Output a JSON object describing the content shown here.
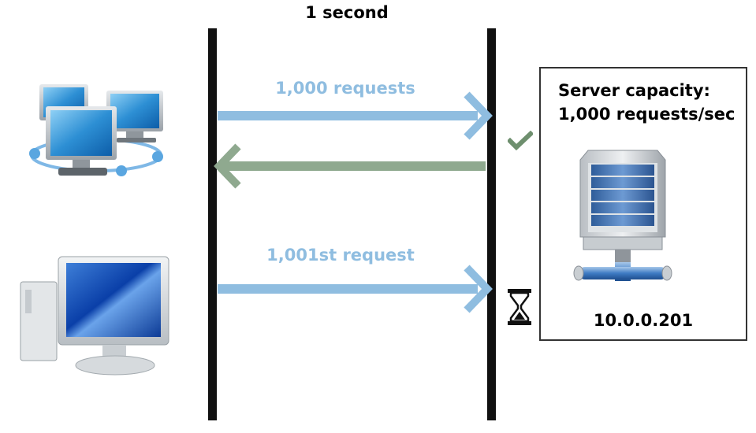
{
  "title": "1 second",
  "arrows": {
    "batch_label": "1,000 requests",
    "extra_label": "1,001st request"
  },
  "server": {
    "capacity_line1": "Server capacity:",
    "capacity_line2": "1,000 requests/sec",
    "ip": "10.0.0.201"
  },
  "colors": {
    "request_arrow": "#8fbde0",
    "response_arrow": "#8fa98f",
    "timeline": "#111111",
    "check": "#6e8f6e"
  },
  "icons": {
    "clients_top": "networked-computers-icon",
    "client_bottom": "desktop-computer-icon",
    "accepted": "checkmark-icon",
    "waiting": "hourglass-icon",
    "server": "server-icon"
  }
}
